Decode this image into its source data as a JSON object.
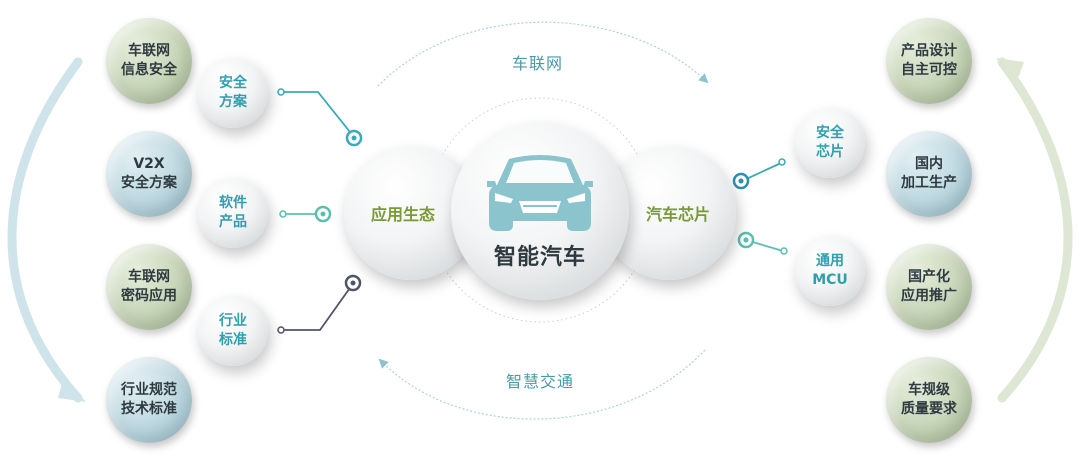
{
  "center": {
    "title": "智能汽车",
    "icon": "car-icon"
  },
  "hubs": {
    "left": "应用生态",
    "right": "汽车芯片"
  },
  "arcs": {
    "top": "车联网",
    "bottom": "智慧交通"
  },
  "left_outer": [
    "车联网\n信息安全",
    "V2X\n安全方案",
    "车联网\n密码应用",
    "行业规范\n技术标准"
  ],
  "left_mid": [
    "安全\n方案",
    "软件\n产品",
    "行业\n标准"
  ],
  "right_mid": [
    "安全\n芯片",
    "通用\nMCU"
  ],
  "right_outer": [
    "产品设计\n自主可控",
    "国内\n加工生产",
    "国产化\n应用推广",
    "车规级\n质量要求"
  ],
  "colors": {
    "teal": "#2f9fae",
    "green": "#7a9a3a",
    "left_bubbles": [
      "#c4d3b4",
      "#bad6df",
      "#c4d3b4",
      "#bad6df"
    ],
    "right_bubbles": [
      "#c4d3b4",
      "#bad6df",
      "#c4d3b4",
      "#c4d3b4"
    ]
  }
}
